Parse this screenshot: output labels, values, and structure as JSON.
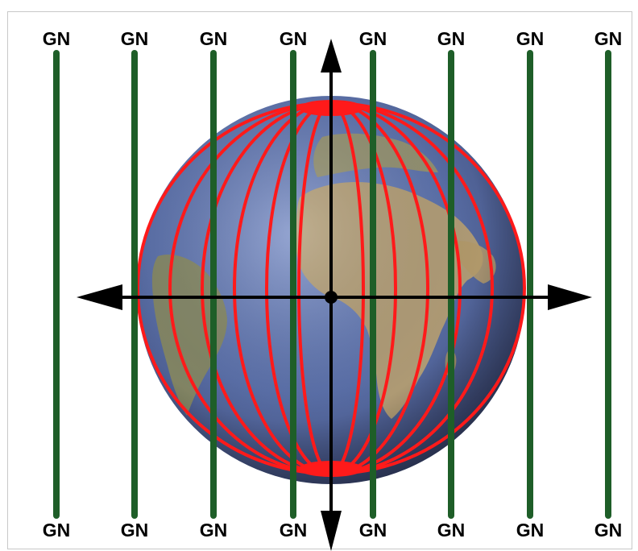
{
  "grid_north_labels_top": [
    "GN",
    "GN",
    "GN",
    "GN",
    "GN",
    "GN",
    "GN",
    "GN"
  ],
  "grid_north_labels_bottom": [
    "GN",
    "GN",
    "GN",
    "GN",
    "GN",
    "GN",
    "GN",
    "GN"
  ],
  "colors": {
    "grid_line": "#1e5e28",
    "meridian": "#ff1a1a",
    "axis": "#000000",
    "ocean": "#5a6fa8",
    "land": "#b8a070",
    "land_dark": "#6e7a4a",
    "background": "#ffffff"
  },
  "icons": {
    "globe": "earth-globe",
    "arrow": "arrowhead",
    "center": "center-point"
  }
}
